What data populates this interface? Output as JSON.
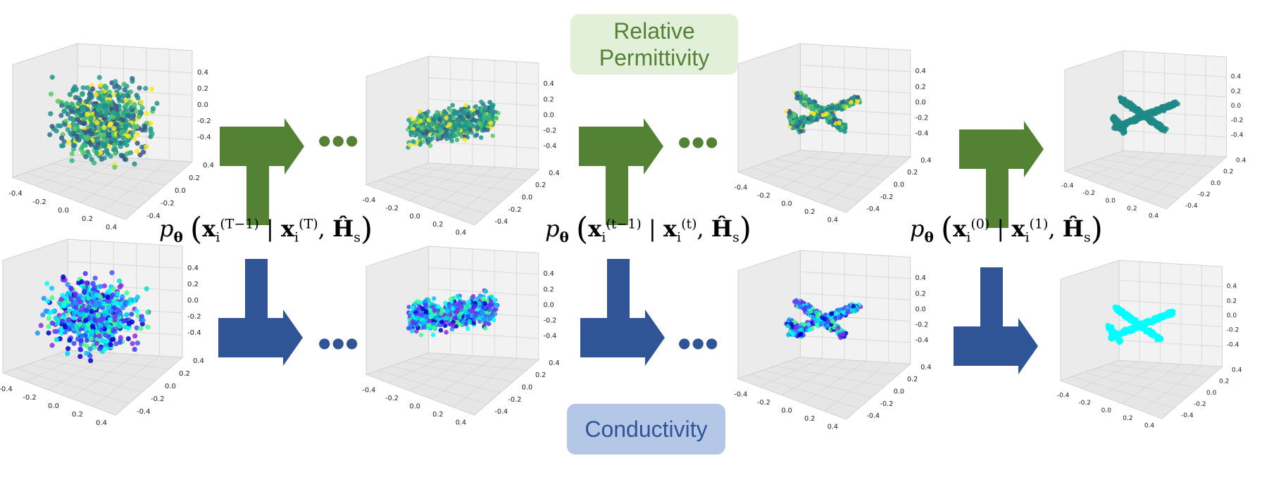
{
  "labels": {
    "relative_permittivity": "Relative Permittivity",
    "conductivity": "Conductivity"
  },
  "formulas": {
    "f1": {
      "x_sup": "(T−1)",
      "cond_sup": "(T)"
    },
    "f2": {
      "x_sup": "(t−1)",
      "cond_sup": "(t)"
    },
    "f3": {
      "x_sup": "(0)",
      "cond_sup": "(1)"
    }
  },
  "formula_parts": {
    "p": "p",
    "theta": "θ",
    "x": "x",
    "i": "i",
    "H": "Ĥ",
    "s": "s",
    "bar": " | ",
    "comma": ", "
  },
  "ellipsis": "●●●",
  "axis_ticks": [
    "-0.4",
    "-0.2",
    "0.0",
    "0.2",
    "0.4"
  ],
  "colors": {
    "permittivity_arrow": "#548235",
    "conductivity_arrow": "#2f5597",
    "permittivity_points": "#2a9d8f",
    "conductivity_points": "#00ffff"
  }
}
